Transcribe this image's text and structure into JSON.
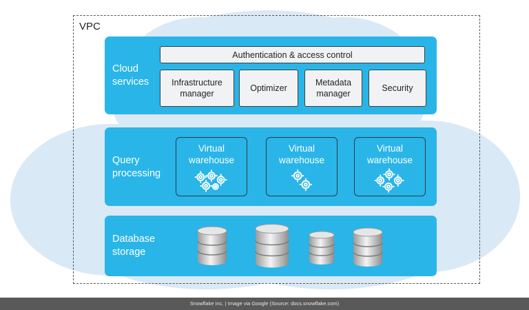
{
  "vpc_label": "VPC",
  "layers": {
    "cloud_services": {
      "title": "Cloud\nservices",
      "auth": "Authentication & access control",
      "services": [
        "Infrastructure\nmanager",
        "Optimizer",
        "Metadata\nmanager",
        "Security"
      ]
    },
    "query_processing": {
      "title": "Query\nprocessing",
      "warehouses": [
        "Virtual\nwarehouse",
        "Virtual\nwarehouse",
        "Virtual\nwarehouse"
      ]
    },
    "database_storage": {
      "title": "Database\nstorage"
    }
  },
  "icons": {
    "gear": "gear-icon",
    "database": "database-cylinder-icon",
    "cloud": "cloud-shape"
  },
  "colors": {
    "layer_blue": "#29b5e8",
    "cloud_bg": "#d6e8f5",
    "footer_bg": "#595959"
  },
  "footer": "Snowflake Inc. | Image via Google (Source: docs.snowflake.com)"
}
